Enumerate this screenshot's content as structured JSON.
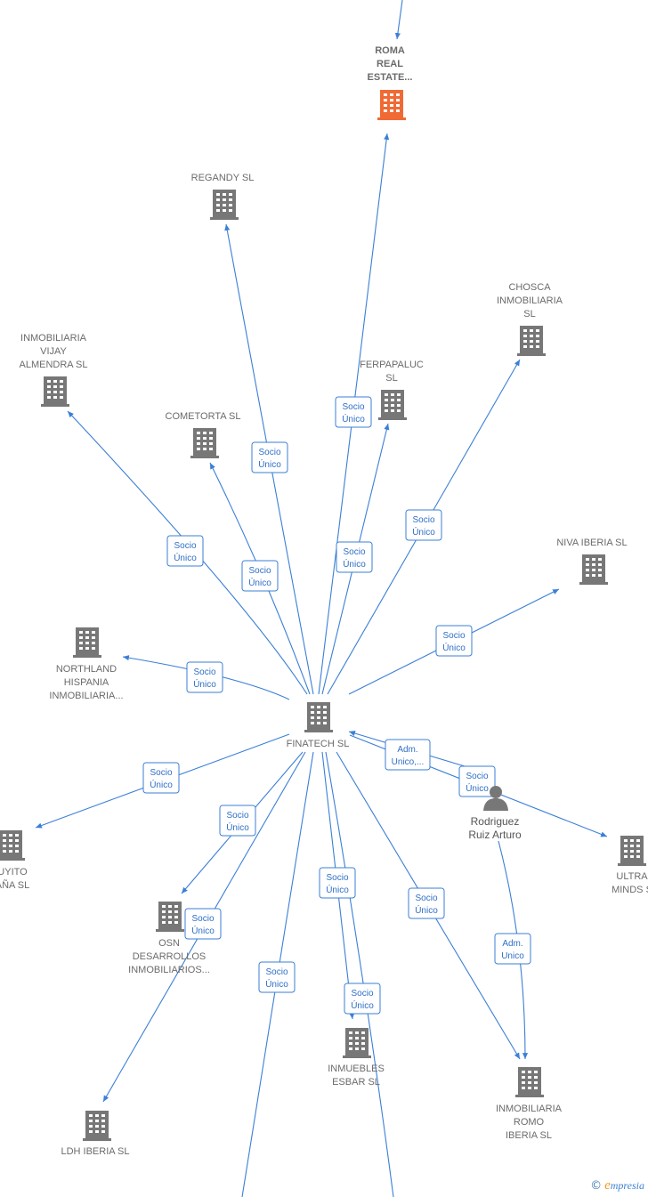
{
  "colors": {
    "edge": "#3b7fd6",
    "building": "#777777",
    "highlight_building": "#f06a35",
    "person": "#777777"
  },
  "nodes": [
    {
      "id": "roma",
      "label": [
        "ROMA",
        "REAL",
        "ESTATE..."
      ],
      "icon": "building-icon",
      "highlight": true
    },
    {
      "id": "regandy",
      "label": [
        "REGANDY  SL"
      ],
      "icon": "building-icon"
    },
    {
      "id": "chosca",
      "label": [
        "CHOSCA",
        "INMOBILIARIA",
        "SL"
      ],
      "icon": "building-icon"
    },
    {
      "id": "vijay",
      "label": [
        "INMOBILIARIA",
        "VIJAY",
        "ALMENDRA  SL"
      ],
      "icon": "building-icon"
    },
    {
      "id": "ferpapaluc",
      "label": [
        "FERPAPALUC",
        "SL"
      ],
      "icon": "building-icon"
    },
    {
      "id": "cometorta",
      "label": [
        "COMETORTA  SL"
      ],
      "icon": "building-icon"
    },
    {
      "id": "niva",
      "label": [
        "NIVA IBERIA  SL"
      ],
      "icon": "building-icon"
    },
    {
      "id": "northland",
      "label": [
        "NORTHLAND",
        "HISPANIA",
        "INMOBILIARIA..."
      ],
      "icon": "building-icon"
    },
    {
      "id": "finatech",
      "label": [
        "FINATECH SL"
      ],
      "icon": "building-icon"
    },
    {
      "id": "rodriguez",
      "label": [
        "Rodriguez",
        "Ruiz Arturo"
      ],
      "icon": "person-icon"
    },
    {
      "id": "ultra",
      "label": [
        "ULTRA",
        "MINDS  S"
      ],
      "icon": "building-icon"
    },
    {
      "id": "uyito",
      "label": [
        "UYITO",
        "AÑA  SL"
      ],
      "icon": "building-icon"
    },
    {
      "id": "osn",
      "label": [
        "OSN",
        "DESARROLLOS",
        "INMOBILIARIOS..."
      ],
      "icon": "building-icon"
    },
    {
      "id": "inmuebles",
      "label": [
        "INMUEBLES",
        "ESBAR  SL"
      ],
      "icon": "building-icon"
    },
    {
      "id": "romo",
      "label": [
        "INMOBILIARIA",
        "ROMO",
        "IBERIA  SL"
      ],
      "icon": "building-icon"
    },
    {
      "id": "ldh",
      "label": [
        "LDH IBERIA  SL"
      ],
      "icon": "building-icon"
    }
  ],
  "edge_labels": {
    "socio": [
      "Socio",
      "Único"
    ],
    "adm_unico": [
      "Adm.",
      "Unico"
    ],
    "adm_unico_trunc": [
      "Adm.",
      "Unico,..."
    ]
  },
  "watermark": {
    "copyright": "©",
    "brand_initial": "e",
    "brand_rest": "mpresia"
  }
}
